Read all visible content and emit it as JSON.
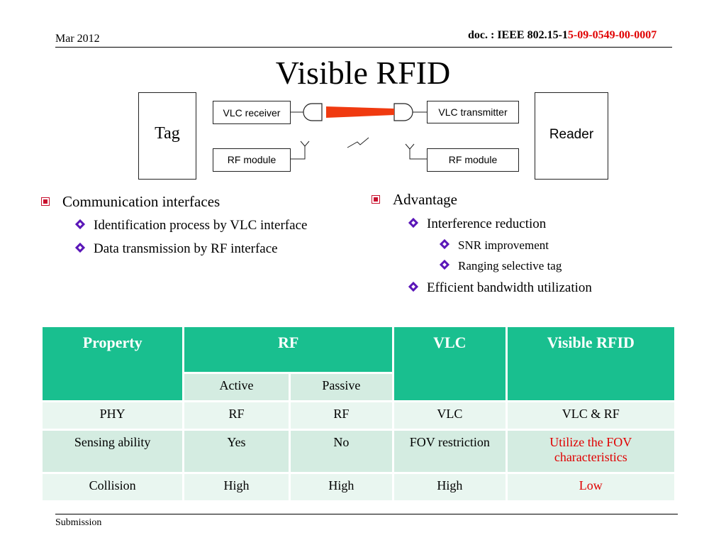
{
  "header": {
    "date": "Mar  2012",
    "doc_prefix": "doc. : IEEE 802.15-1",
    "doc_suffix": "5-09-0549-00-0007"
  },
  "title": "Visible RFID",
  "diagram": {
    "tag": "Tag",
    "reader": "Reader",
    "vlc_receiver": "VLC receiver",
    "vlc_transmitter": "VLC transmitter",
    "rf_module_tag": "RF module",
    "rf_module_reader": "RF module"
  },
  "left_bullets": {
    "heading": "Communication interfaces",
    "items": [
      "Identification process by VLC interface",
      "Data transmission by RF interface"
    ]
  },
  "right_bullets": {
    "heading": "Advantage",
    "item1": "Interference reduction",
    "sub": [
      "SNR improvement",
      "Ranging selective tag"
    ],
    "item2": "Efficient bandwidth utilization"
  },
  "table": {
    "headers": [
      "Property",
      "RF",
      "VLC",
      "Visible RFID"
    ],
    "rf_sub": [
      "Active",
      "Passive"
    ],
    "rows": [
      [
        "PHY",
        "RF",
        "RF",
        "VLC",
        "VLC & RF"
      ],
      [
        "Sensing ability",
        "Yes",
        "No",
        "FOV restriction",
        "Utilize the FOV characteristics"
      ],
      [
        "Collision",
        "High",
        "High",
        "High",
        "Low"
      ]
    ]
  },
  "footer": "Submission"
}
